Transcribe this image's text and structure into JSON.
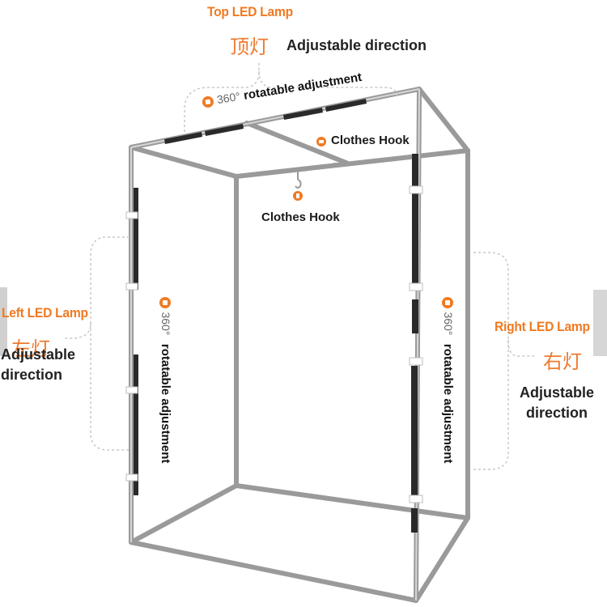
{
  "top_lamp": {
    "title": "Top LED Lamp",
    "cn": "顶灯",
    "desc": "Adjustable direction"
  },
  "top_rotation": {
    "degree": "360°",
    "text": "rotatable adjustment"
  },
  "hooks": {
    "upper": "Clothes Hook",
    "lower": "Clothes Hook"
  },
  "left_lamp": {
    "title": "Left LED Lamp",
    "cn": "左灯",
    "desc_line1": "Adjustable",
    "desc_line2": "direction"
  },
  "left_rotation": {
    "degree": "360°",
    "text": "rotatable adjustment"
  },
  "right_lamp": {
    "title": "Right LED Lamp",
    "cn": "右灯",
    "desc_line1": "Adjustable",
    "desc_line2": "direction"
  },
  "right_rotation": {
    "degree": "360°",
    "text": "rotatable adjustment"
  },
  "colors": {
    "accent": "#f07a22",
    "frame": "#9a9a9a",
    "lamp": "#2a2a2a",
    "bracket": "#c8c8c8"
  }
}
